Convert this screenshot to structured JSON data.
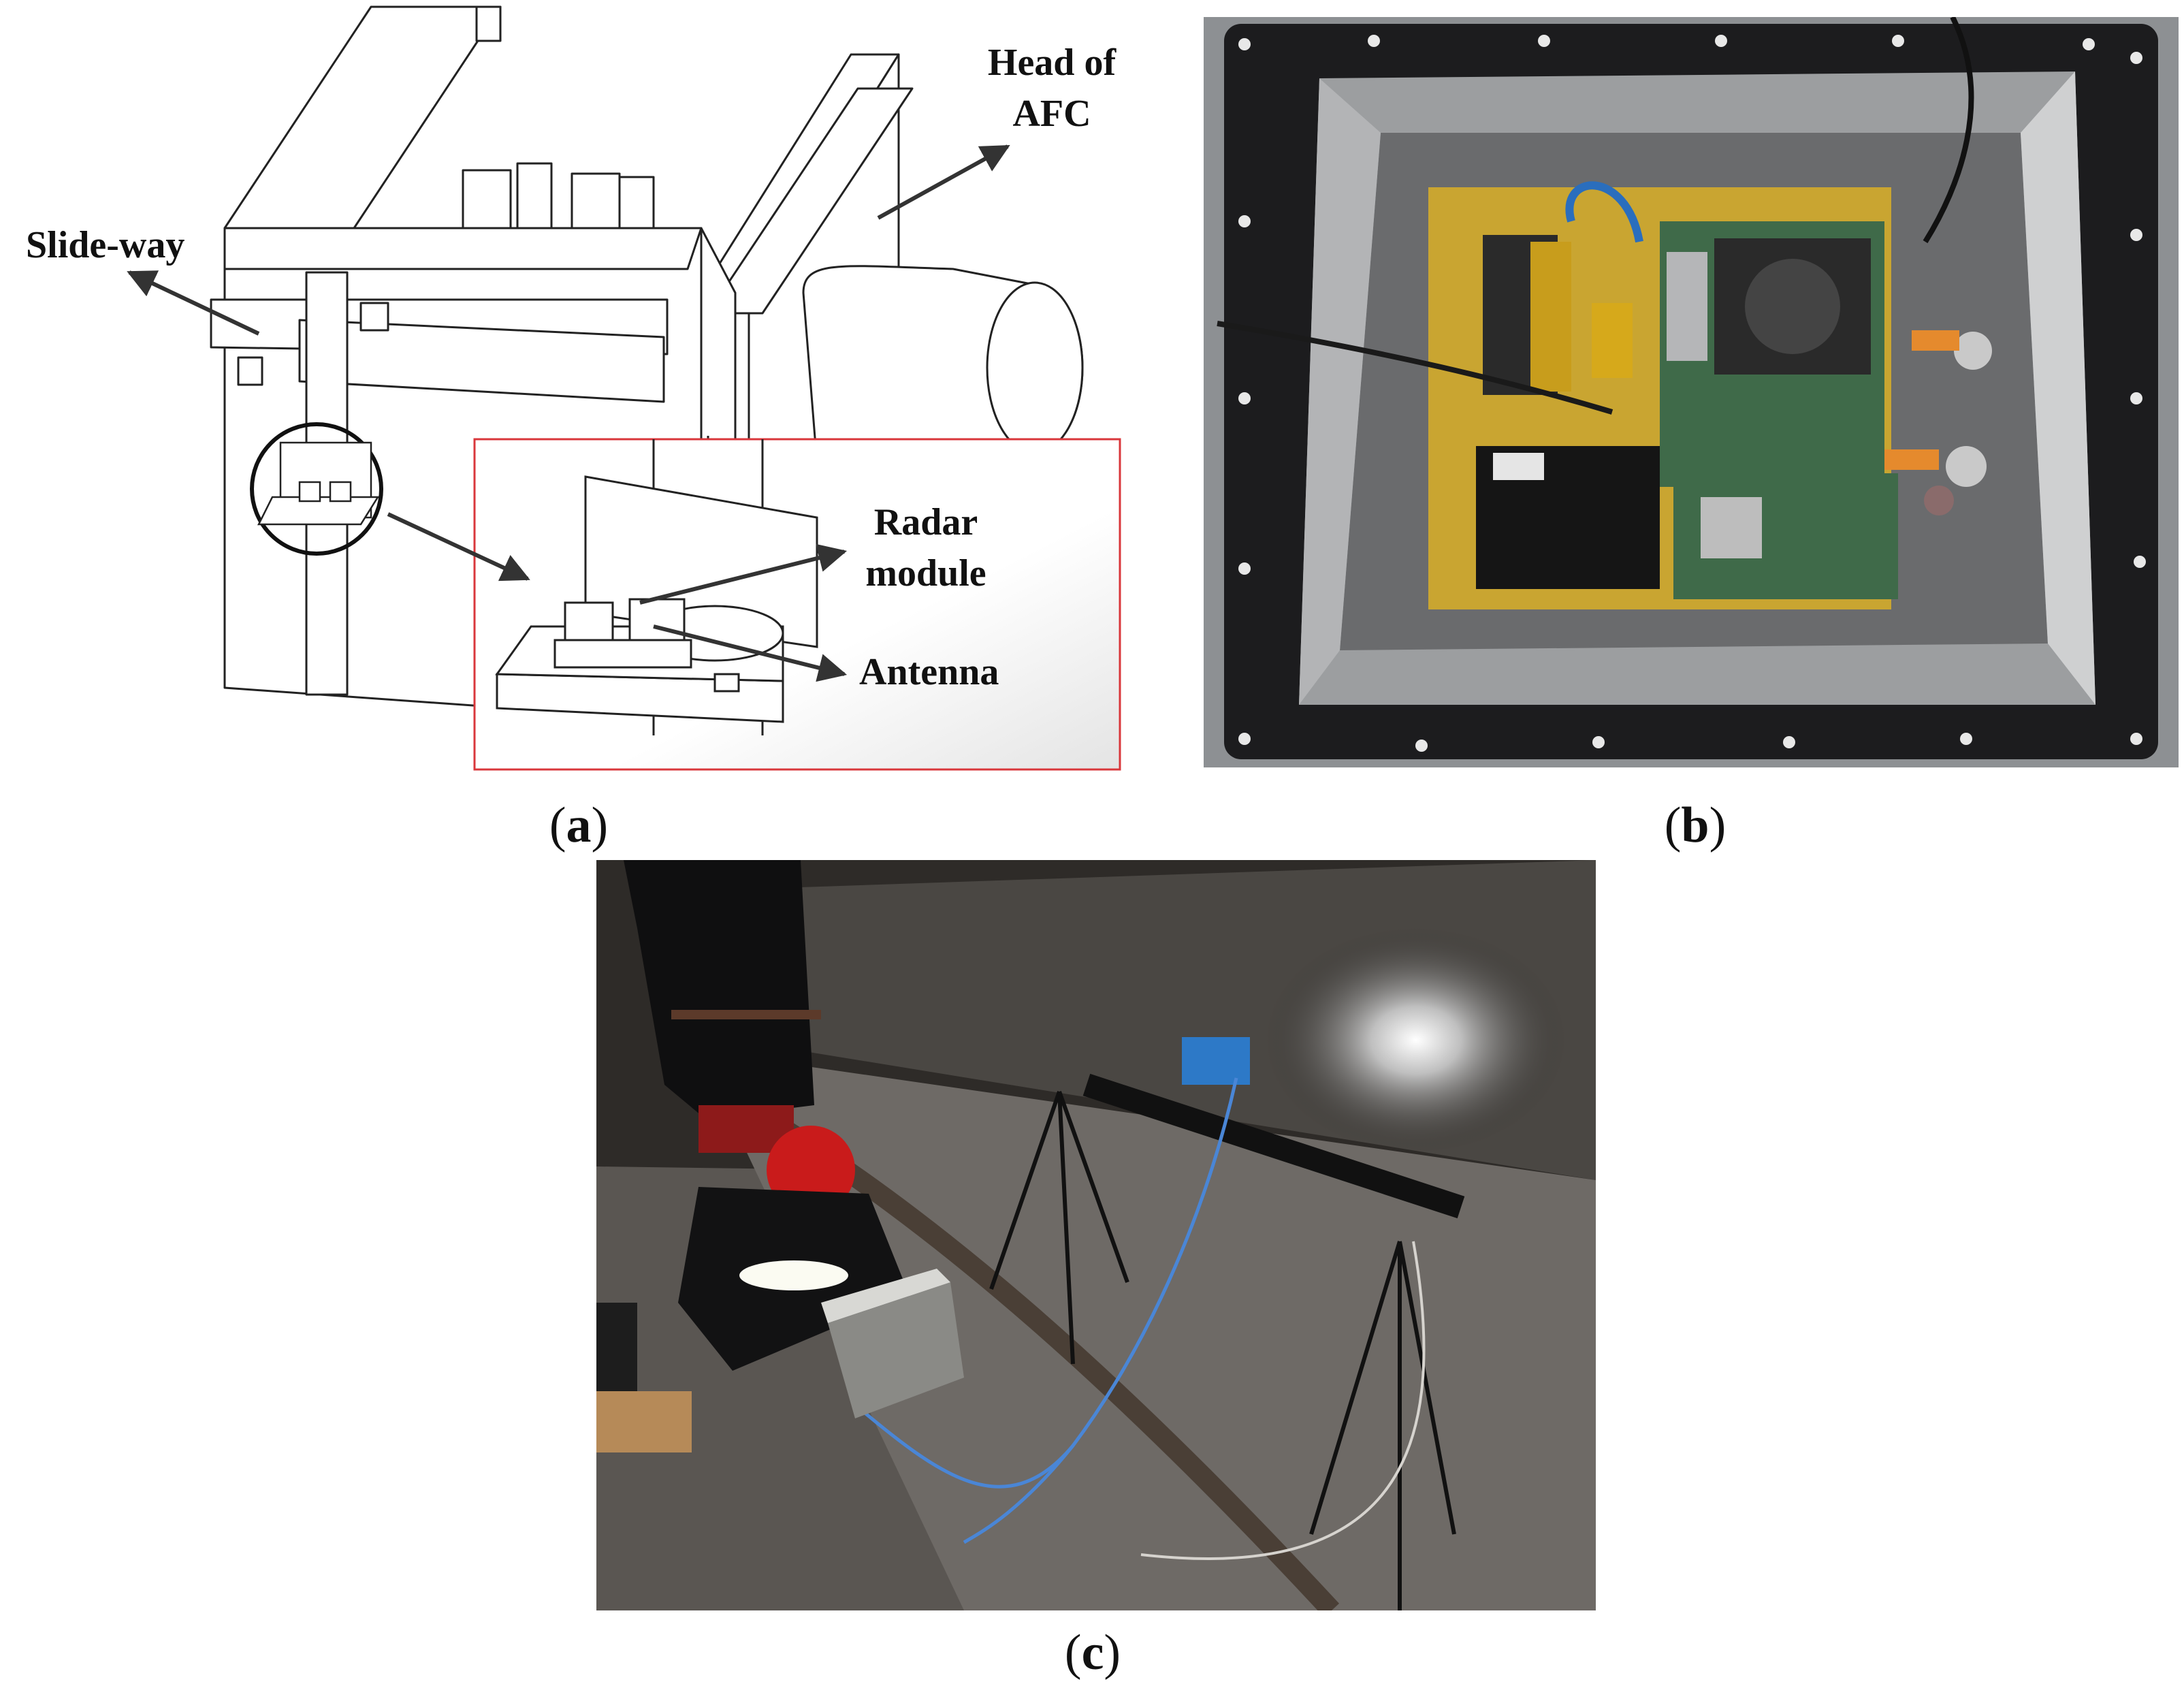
{
  "figure": {
    "panels": [
      {
        "id": "a",
        "caption_open": "(",
        "caption_letter": "a",
        "caption_close": ")",
        "kind": "schematic drawing",
        "labels": {
          "head_line1": "Head of",
          "head_line2": "AFC",
          "slide_way": "Slide-way",
          "radar_line1": "Radar",
          "radar_line2": "module",
          "antenna": "Antenna"
        },
        "inset_border_color": "#d9373b"
      },
      {
        "id": "b",
        "caption_open": "(",
        "caption_letter": "b",
        "caption_close": ")",
        "kind": "photo"
      },
      {
        "id": "c",
        "caption_open": "(",
        "caption_letter": "c",
        "caption_close": ")",
        "kind": "photo"
      }
    ]
  }
}
